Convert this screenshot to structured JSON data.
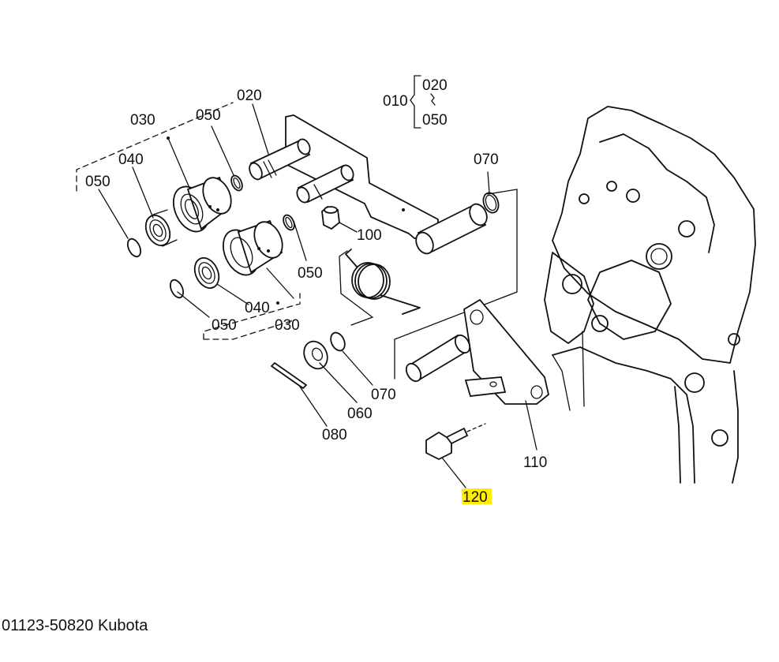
{
  "labels": {
    "l010": "010",
    "l020_group": "020",
    "l050_group": "050",
    "l020": "020",
    "l030_top": "030",
    "l050_top": "050",
    "l040_top": "040",
    "l050_left": "050",
    "l070_top": "070",
    "l100": "100",
    "l050_mid": "050",
    "l050_bot": "050",
    "l040_bot": "040",
    "l030_bot": "030",
    "l070_bot": "070",
    "l060": "060",
    "l080": "080",
    "l110": "110",
    "l120": "120"
  },
  "highlight_color": "#ffee00",
  "caption": "01123-50820 Kubota"
}
